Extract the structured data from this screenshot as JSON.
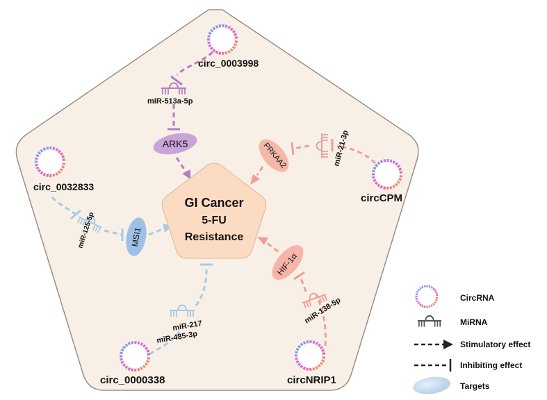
{
  "center": {
    "line1": "GI Cancer",
    "line2": "5-FU",
    "line3": "Resistance"
  },
  "circrnas": {
    "c0003998": "circ_0003998",
    "c0032833": "circ_0032833",
    "c0000338": "circ_0000338",
    "ccpm": "circCPM",
    "cnrip1": "circNRIP1"
  },
  "mirnas": {
    "m513": "miR-513a-5p",
    "m21": "miR-21-3p",
    "m125": "miR-125-5p",
    "m217": "miR-217",
    "m485": "miR-485-3p",
    "m138": "miR-138-5p"
  },
  "targets": {
    "ark5": "ARK5",
    "prkaa2": "PRKAA2",
    "msi1": "MSI1",
    "hif1a": "HIF-1α"
  },
  "legend": {
    "circrna": "CircRNA",
    "mirna": "MiRNA",
    "stim": "Stimulatory effect",
    "inhib": "Inhibiting effect",
    "targets": "Targets"
  },
  "colors": {
    "pentagon_fill": "#f8f0e6",
    "pentagon_stroke": "#9a8f86",
    "center_fill": "#fbdcc2",
    "purple": "#b77cc6",
    "pink": "#ef9e98",
    "blue": "#a5cbe9",
    "ark5_fill": "#c9a4d9",
    "prkaa2_fill": "#f4b7aa",
    "msi1_fill": "#9ec0e4",
    "hif_fill": "#f6b5a8"
  }
}
